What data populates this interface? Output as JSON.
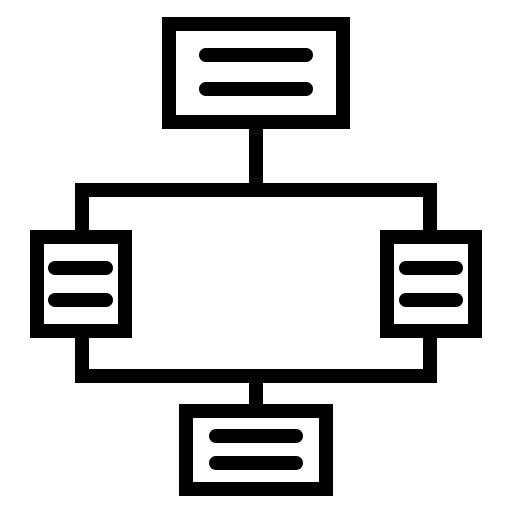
{
  "icon": {
    "name": "flowchart-icon",
    "stroke_color": "#000000",
    "background_color": "#ffffff",
    "nodes": [
      {
        "name": "top-node",
        "text_lines": 2
      },
      {
        "name": "left-node",
        "text_lines": 2
      },
      {
        "name": "right-node",
        "text_lines": 2
      },
      {
        "name": "bottom-node",
        "text_lines": 2
      }
    ]
  }
}
